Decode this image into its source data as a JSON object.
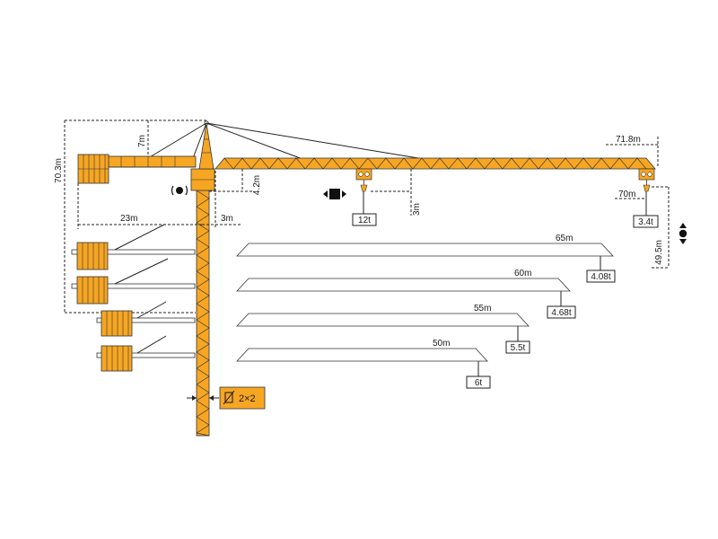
{
  "colors": {
    "crane": "#F6A623",
    "line": "#222222",
    "background": "#FFFFFF"
  },
  "dimensions": {
    "total_height": "70.3m",
    "apex_height": "7m",
    "counter_jib_length": "23m",
    "mast_offset": "3m",
    "trolley_offset": "4.2m",
    "trolley_drop": "3m",
    "max_radius": "71.8m",
    "tip_radius": "70m",
    "hook_height": "49.5m"
  },
  "loads": {
    "max_load": "12t",
    "tip_load": "3.4t"
  },
  "jib_options": [
    {
      "length": "65m",
      "tip_load": "4.08t"
    },
    {
      "length": "60m",
      "tip_load": "4.68t"
    },
    {
      "length": "55m",
      "tip_load": "5.5t"
    },
    {
      "length": "50m",
      "tip_load": "6t"
    }
  ],
  "reeving_label": "2×2",
  "icons": {
    "slewing": "slewing-rotation-icon",
    "trolley": "trolley-travel-icon",
    "hoist": "hoist-updown-icon",
    "reeving": "reeving-fall-icon"
  }
}
